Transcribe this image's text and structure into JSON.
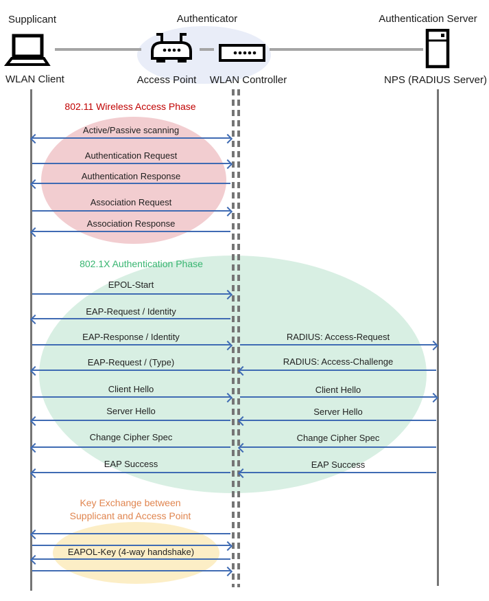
{
  "roles": {
    "supplicant": "Supplicant",
    "authenticator": "Authenticator",
    "auth_server": "Authentication Server"
  },
  "devices": {
    "client": "WLAN Client",
    "access_point": "Access Point",
    "controller": "WLAN Controller",
    "server": "NPS (RADIUS Server)"
  },
  "phases": {
    "wireless_access": {
      "title": "802.11 Wireless Access Phase",
      "color": "#c00000"
    },
    "authentication": {
      "title": "802.1X Authentication Phase",
      "color": "#37b570"
    },
    "key_exchange": {
      "line1": "Key Exchange between",
      "line2": "Supplicant and Access Point",
      "color": "#e0854f"
    }
  },
  "messages": {
    "client_to_controller": [
      {
        "label": "Active/Passive scanning",
        "direction": "both"
      },
      {
        "label": "Authentication Request",
        "direction": "right"
      },
      {
        "label": "Authentication Response",
        "direction": "left"
      },
      {
        "label": "Association Request",
        "direction": "right"
      },
      {
        "label": "Association Response",
        "direction": "left"
      },
      {
        "label": "EPOL-Start",
        "direction": "right"
      },
      {
        "label": "EAP-Request / Identity",
        "direction": "left"
      },
      {
        "label": "EAP-Response / Identity",
        "direction": "right"
      },
      {
        "label": "EAP-Request / (Type)",
        "direction": "left"
      },
      {
        "label": "Client Hello",
        "direction": "right"
      },
      {
        "label": "Server Hello",
        "direction": "left"
      },
      {
        "label": "Change Cipher Spec",
        "direction": "left"
      },
      {
        "label": "EAP Success",
        "direction": "left"
      },
      {
        "label": "",
        "direction": "left"
      },
      {
        "label": "",
        "direction": "right"
      },
      {
        "label": "EAPOL-Key (4-way handshake)",
        "direction": "left"
      },
      {
        "label": "",
        "direction": "right"
      }
    ],
    "controller_to_server": [
      {
        "label": "RADIUS: Access-Request",
        "direction": "right"
      },
      {
        "label": "RADIUS: Access-Challenge",
        "direction": "left"
      },
      {
        "label": "Client Hello",
        "direction": "right"
      },
      {
        "label": "Server Hello",
        "direction": "left"
      },
      {
        "label": "Change Cipher Spec",
        "direction": "left"
      },
      {
        "label": "EAP Success",
        "direction": "left"
      }
    ]
  },
  "icons": {
    "client": "laptop-icon",
    "access_point": "wireless-router-icon",
    "controller": "network-controller-icon",
    "server": "server-icon"
  },
  "colors": {
    "arrow": "#3f6bb3",
    "lifeline": "#757575",
    "connector": "#a5a5a5",
    "blue_ellipse": "#e9edf8",
    "pink_ellipse": "#f2cdd0",
    "green_ellipse": "#d8efe3",
    "yellow_ellipse": "#fceec6"
  }
}
